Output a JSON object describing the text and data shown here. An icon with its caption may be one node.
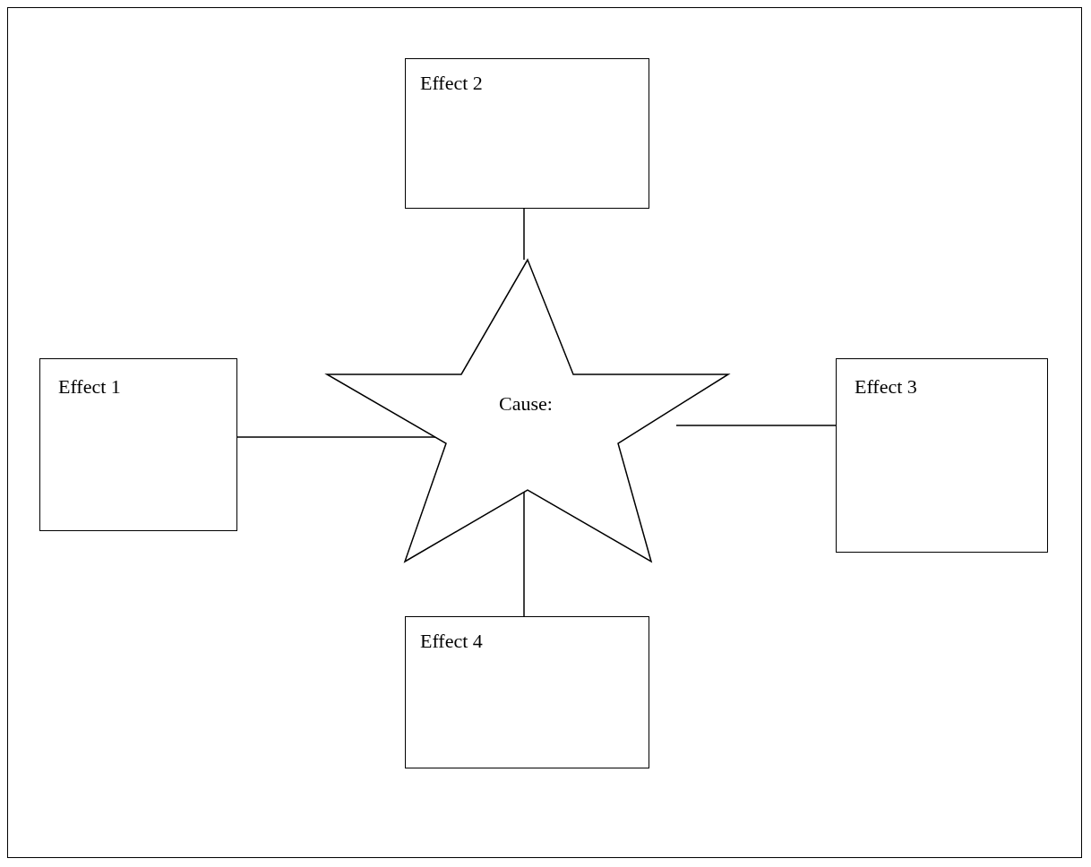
{
  "diagram": {
    "nodes": [
      {
        "text": [
          "Effect 2"
        ]
      },
      {
        "text": [
          "Effect 1"
        ]
      },
      {
        "text": [
          "Cause:"
        ]
      },
      {
        "text": [
          "Effect 3"
        ]
      },
      {
        "text": [
          "Effect 4"
        ]
      }
    ],
    "edges": [
      {
        "from": 2,
        "to": 0,
        "arrow": "none"
      },
      {
        "from": 2,
        "to": 1,
        "arrow": "none"
      },
      {
        "from": 2,
        "to": 3,
        "arrow": "none"
      },
      {
        "from": 2,
        "to": 4,
        "arrow": "none"
      }
    ]
  }
}
